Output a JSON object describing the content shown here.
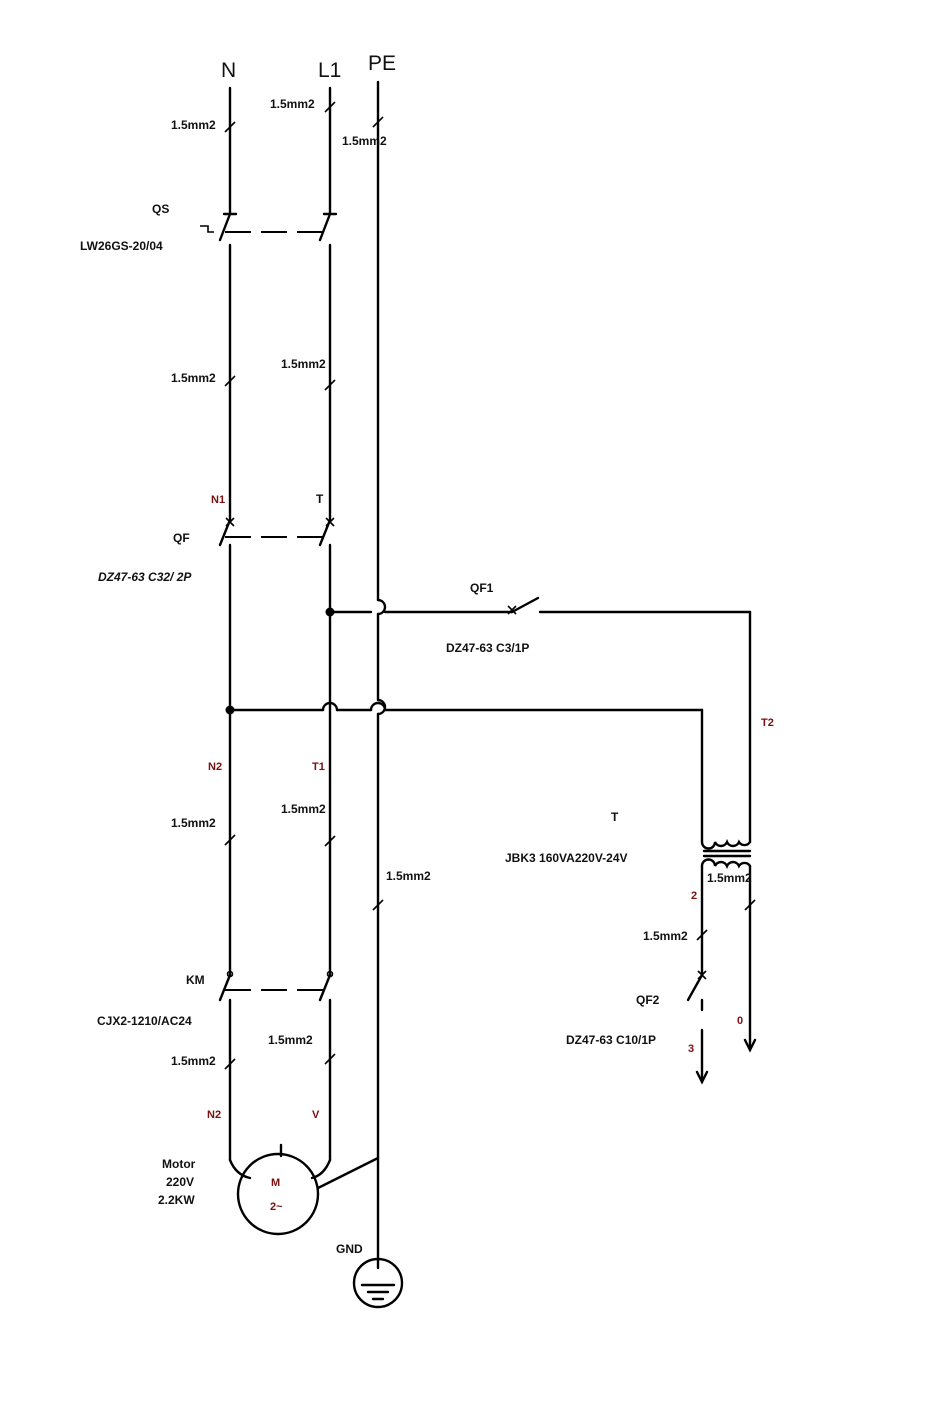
{
  "rails": {
    "n": "N",
    "l1": "L1",
    "pe": "PE"
  },
  "wire_labels": {
    "n_top": "1.5mm2",
    "l1_top": "1.5mm2",
    "pe_top": "1.5mm2",
    "n_mid": "1.5mm2",
    "l1_mid": "1.5mm2",
    "n_low": "1.5mm2",
    "l1_low": "1.5mm2",
    "pe_low": "1.5mm2",
    "n_motor": "1.5mm2",
    "l1_motor": "1.5mm2",
    "tr_secondary": "1.5mm2",
    "tr_out": "1.5mm2"
  },
  "components": {
    "qs": {
      "name": "QS",
      "model": "LW26GS-20/04"
    },
    "qf": {
      "name": "QF",
      "model": "DZ47-63 C32/ 2P"
    },
    "qf1": {
      "name": "QF1",
      "model": "DZ47-63 C3/1P"
    },
    "transformer": {
      "name": "T",
      "model": "JBK3 160VA220V-24V"
    },
    "qf2": {
      "name": "QF2",
      "model": "DZ47-63 C10/1P"
    },
    "km": {
      "name": "KM",
      "model": "CJX2-1210/AC24"
    },
    "motor": {
      "line1": "Motor",
      "line2": "220V",
      "line3": "2.2KW",
      "symbol": "M",
      "phase": "2~"
    },
    "gnd": {
      "name": "GND"
    }
  },
  "terminals": {
    "n1": "N1",
    "t": "T",
    "n2": "N2",
    "t1": "T1",
    "t2": "T2",
    "sec_2": "2",
    "sec_0": "0",
    "qf2_3": "3",
    "mot_n2": "N2",
    "mot_v": "V"
  }
}
